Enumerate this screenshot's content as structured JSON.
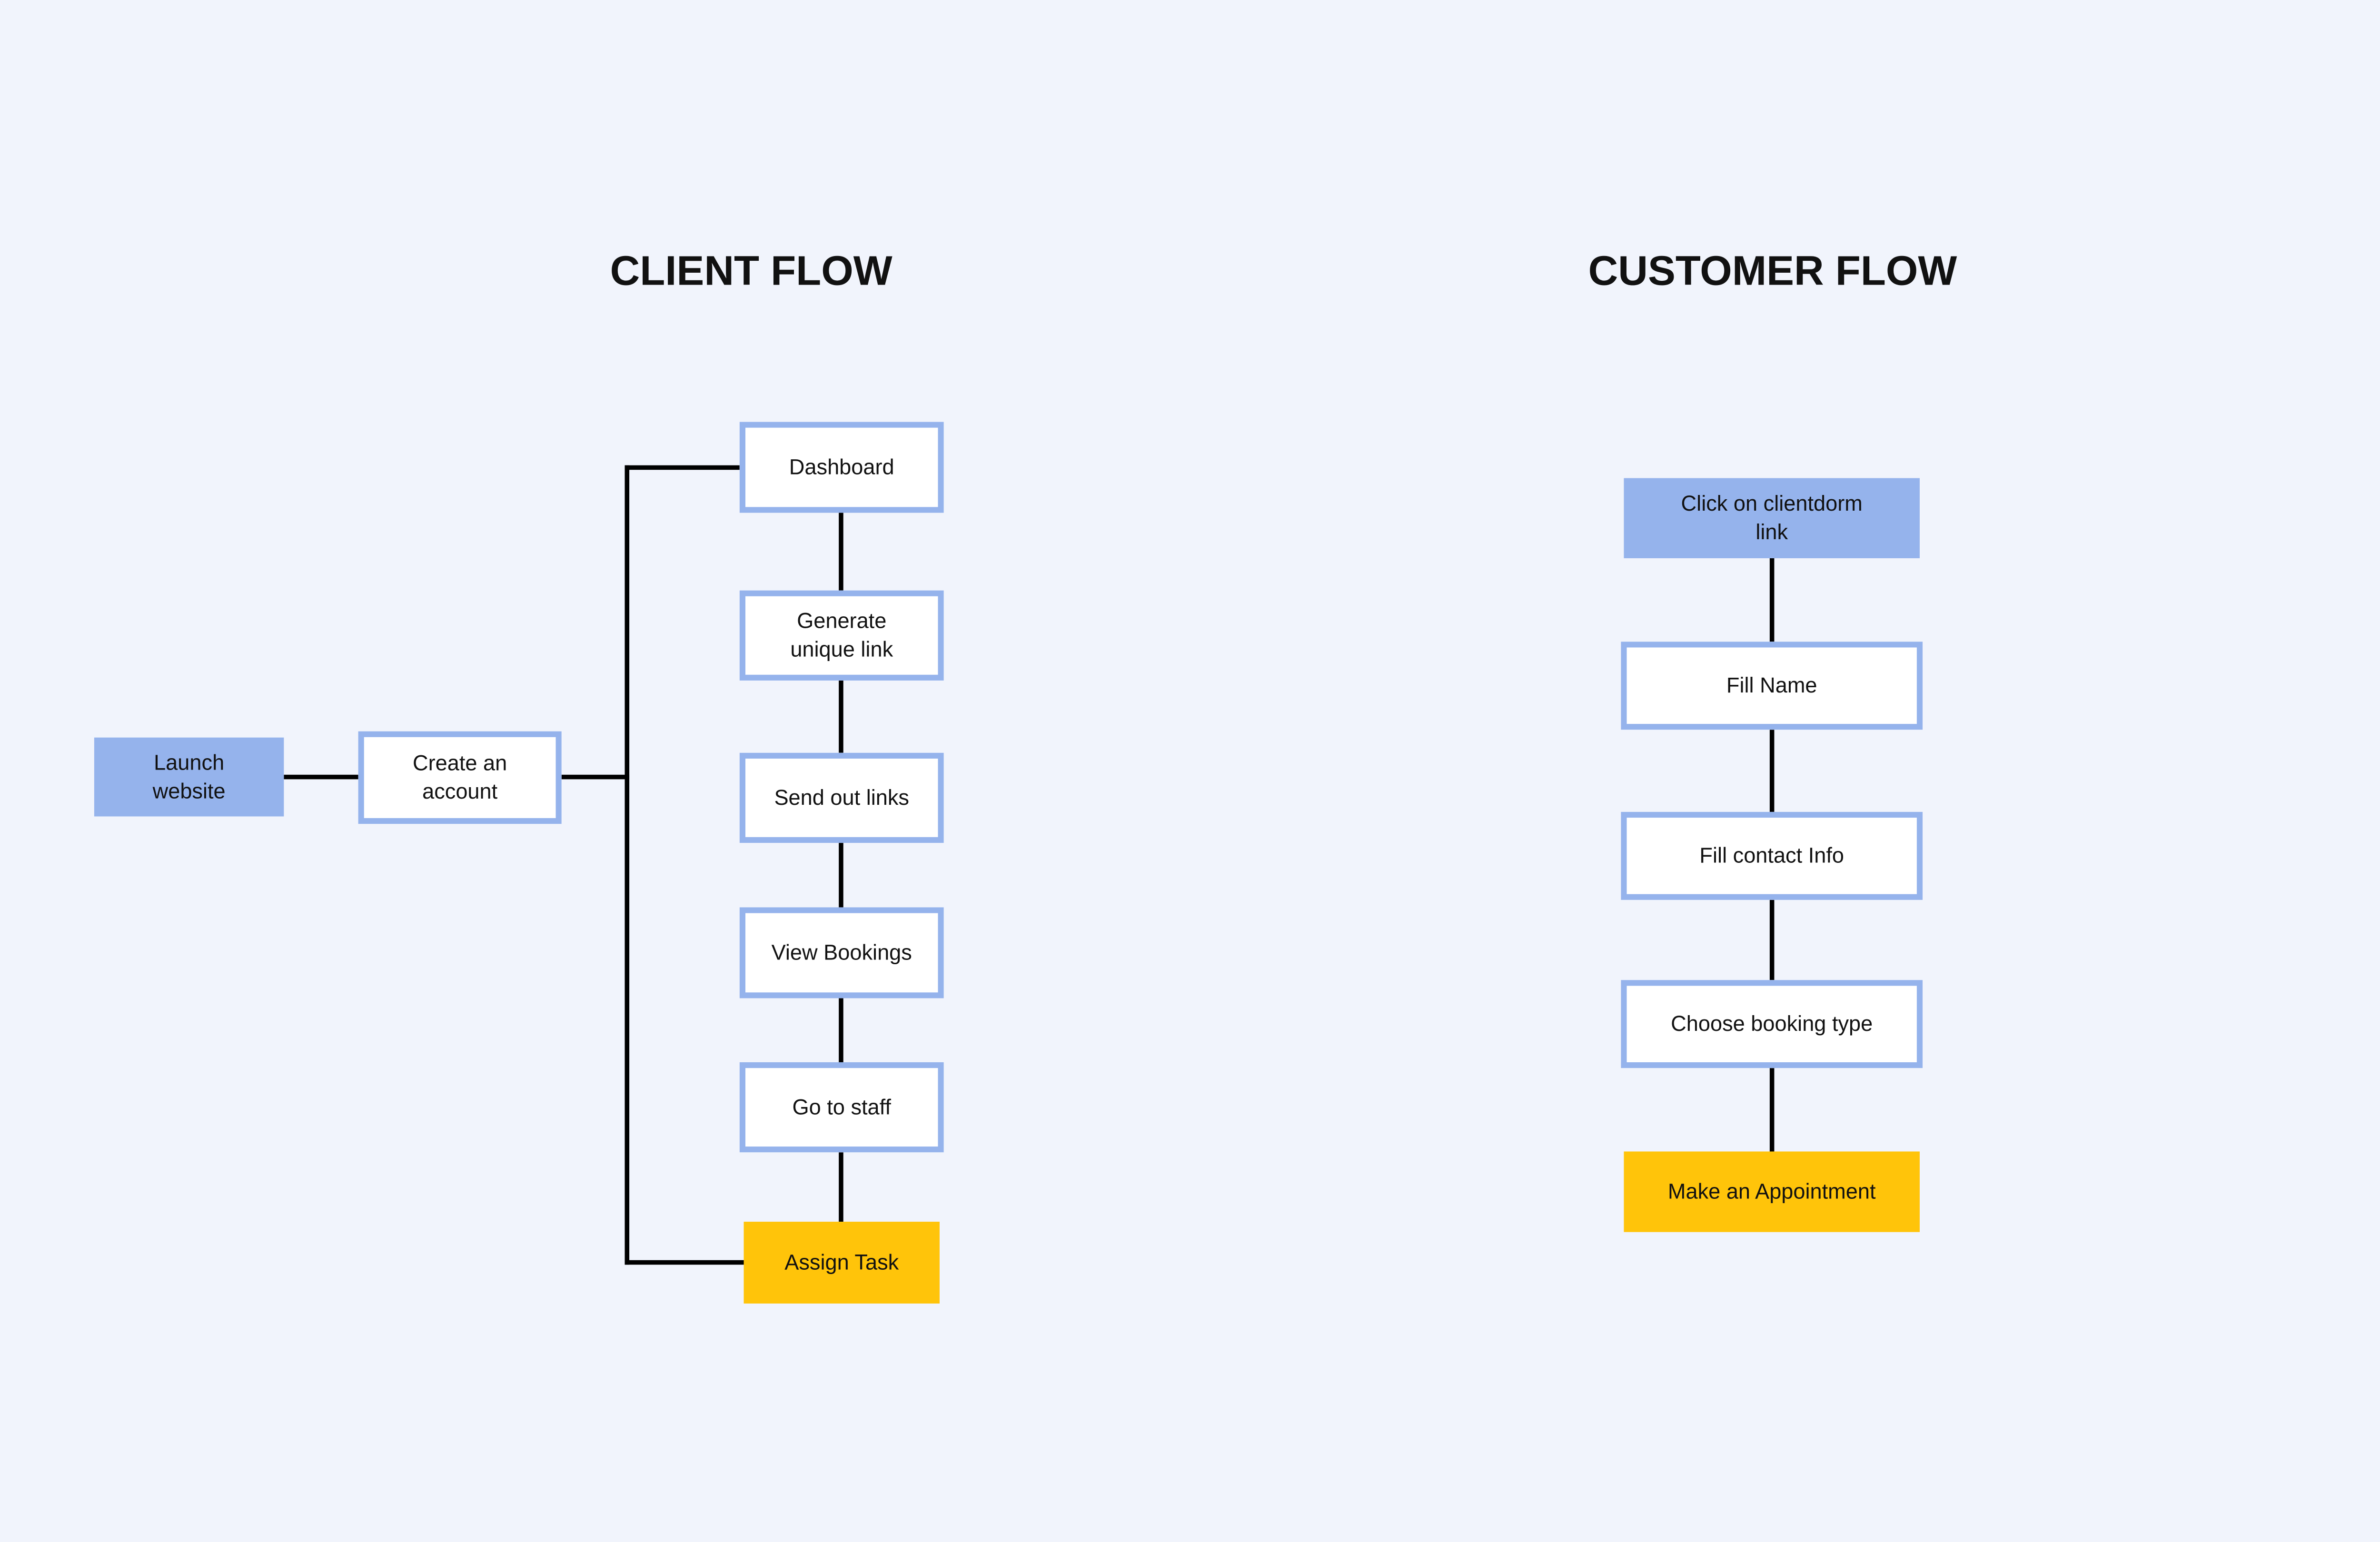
{
  "colors": {
    "background": "#F1F4FC",
    "blue_fill": "#95B3EC",
    "blue_border": "#95B3EC",
    "yellow_fill": "#FFC40A",
    "connector_line": "#000000",
    "text": "#111111",
    "node_background": "#FFFFFF"
  },
  "client_flow": {
    "title": "CLIENT FLOW",
    "nodes": [
      {
        "id": "launch-website",
        "label": "Launch\nwebsite",
        "style": "blue"
      },
      {
        "id": "create-account",
        "label": "Create an\naccount",
        "style": "outlined"
      },
      {
        "id": "dashboard",
        "label": "Dashboard",
        "style": "outlined"
      },
      {
        "id": "generate-unique-link",
        "label": "Generate\nunique link",
        "style": "outlined"
      },
      {
        "id": "send-out-links",
        "label": "Send out links",
        "style": "outlined"
      },
      {
        "id": "view-bookings",
        "label": "View Bookings",
        "style": "outlined"
      },
      {
        "id": "go-to-staff",
        "label": "Go to staff",
        "style": "outlined"
      },
      {
        "id": "assign-task",
        "label": "Assign Task",
        "style": "yellow"
      }
    ]
  },
  "customer_flow": {
    "title": "CUSTOMER FLOW",
    "nodes": [
      {
        "id": "click-clientdorm-link",
        "label": "Click on clientdorm\nlink",
        "style": "blue"
      },
      {
        "id": "fill-name",
        "label": "Fill Name",
        "style": "outlined"
      },
      {
        "id": "fill-contact-info",
        "label": "Fill contact Info",
        "style": "outlined"
      },
      {
        "id": "choose-booking-type",
        "label": "Choose booking type",
        "style": "outlined"
      },
      {
        "id": "make-an-appointment",
        "label": "Make an Appointment",
        "style": "yellow"
      }
    ]
  }
}
